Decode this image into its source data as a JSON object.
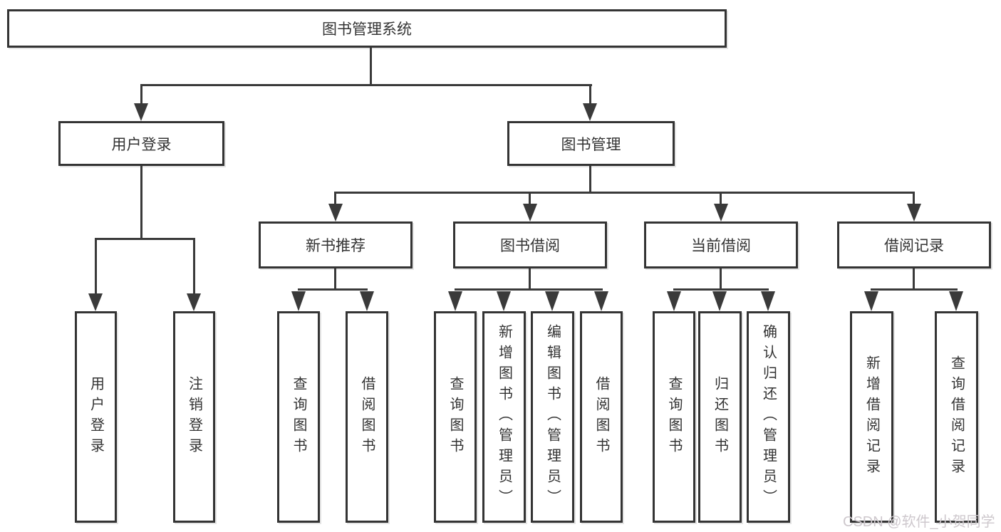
{
  "diagram": {
    "root": "图书管理系统",
    "level2": {
      "login": "用户登录",
      "manage": "图书管理"
    },
    "level3": {
      "newbook": "新书推荐",
      "borrow": "图书借阅",
      "current": "当前借阅",
      "records": "借阅记录"
    },
    "leaves": {
      "login": [
        "用户登录",
        "注销登录"
      ],
      "newbook": [
        "查询图书",
        "借阅图书"
      ],
      "borrow": [
        "查询图书",
        "新增图书（管理员）",
        "编辑图书（管理员）",
        "借阅图书"
      ],
      "current": [
        "查询图书",
        "归还图书",
        "确认归还（管理员）"
      ],
      "records": [
        "新增借阅记录",
        "查询借阅记录"
      ]
    },
    "colors": {
      "line": "#3a3a3a",
      "text": "#333333",
      "background": "#ffffff",
      "watermark": "#cec8cd"
    },
    "watermark": "CSDN @软件_小贺同学"
  }
}
